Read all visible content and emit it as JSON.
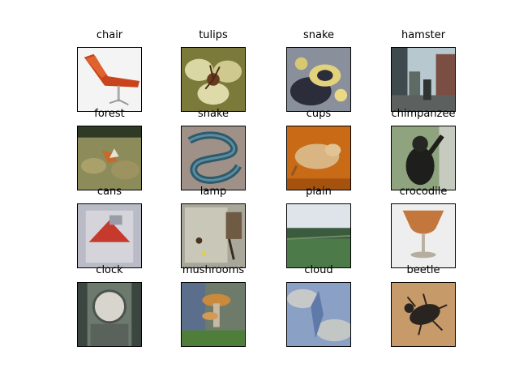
{
  "images": [
    {
      "label": "chair",
      "icon": "chair-thumbnail"
    },
    {
      "label": "tulips",
      "icon": "tulip-flower-thumbnail"
    },
    {
      "label": "snake",
      "icon": "snake-thumbnail"
    },
    {
      "label": "hamster",
      "icon": "street-scene-thumbnail"
    },
    {
      "label": "forest",
      "icon": "fox-grass-thumbnail"
    },
    {
      "label": "snake",
      "icon": "coiled-snake-thumbnail"
    },
    {
      "label": "cups",
      "icon": "orange-animal-thumbnail"
    },
    {
      "label": "chimpanzee",
      "icon": "chimpanzee-thumbnail"
    },
    {
      "label": "cans",
      "icon": "red-sign-thumbnail"
    },
    {
      "label": "lamp",
      "icon": "box-lamp-thumbnail"
    },
    {
      "label": "plain",
      "icon": "field-landscape-thumbnail"
    },
    {
      "label": "crocodile",
      "icon": "goblet-thumbnail"
    },
    {
      "label": "clock",
      "icon": "clock-tower-thumbnail"
    },
    {
      "label": "mushrooms",
      "icon": "mushroom-thumbnail"
    },
    {
      "label": "cloud",
      "icon": "sky-cloud-thumbnail"
    },
    {
      "label": "beetle",
      "icon": "beetle-thumbnail"
    }
  ]
}
